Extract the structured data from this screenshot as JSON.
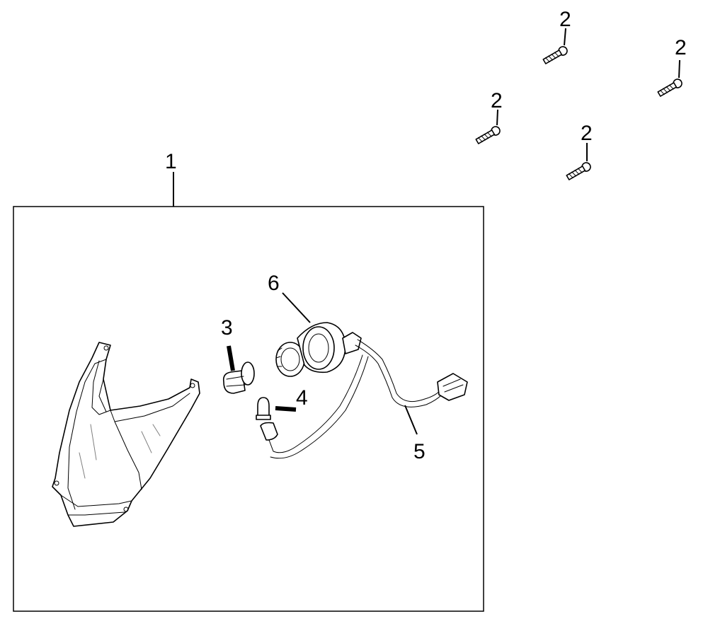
{
  "callouts": {
    "headlight_assembly": "1",
    "screw_a": "2",
    "screw_b": "2",
    "screw_c": "2",
    "screw_d": "2",
    "bulb_main": "3",
    "bulb_small": "4",
    "wiring_harness": "5",
    "bulb_socket": "6"
  }
}
